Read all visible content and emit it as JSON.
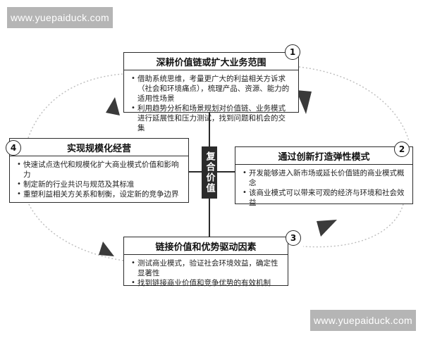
{
  "watermarks": {
    "top": "www.yuepaiduck.com",
    "bottom": "www.yuepaiduck.com"
  },
  "center_label": "复合价值",
  "boxes": [
    {
      "number": "1",
      "title": "深耕价值链或扩大业务范围",
      "bullets": [
        "借助系统思维，考量更广大的利益相关方诉求（社会和环境痛点），梳理产品、资源、能力的适用性场景",
        "利用趋势分析和场景规划对价值链、业务模式进行延展性和压力测试，找到问题和机会的交集"
      ]
    },
    {
      "number": "2",
      "title": "通过创新打造弹性模式",
      "bullets": [
        "开发能够进入新市场或延长价值链的商业模式概念",
        "该商业模式可以带来可观的经济与环境和社会效益"
      ]
    },
    {
      "number": "3",
      "title": "链接价值和优势驱动因素",
      "bullets": [
        "测试商业模式，验证社会环境效益，确定性显著性",
        "找到链接商业价值和竞争优势的有效机制"
      ]
    },
    {
      "number": "4",
      "title": "实现规模化经营",
      "bullets": [
        "快速试点迭代和规模化扩大商业模式价值和影响力",
        "制定新的行业共识与规范及其标准",
        "重塑利益相关方关系和制衡，设定新的竞争边界"
      ]
    }
  ]
}
